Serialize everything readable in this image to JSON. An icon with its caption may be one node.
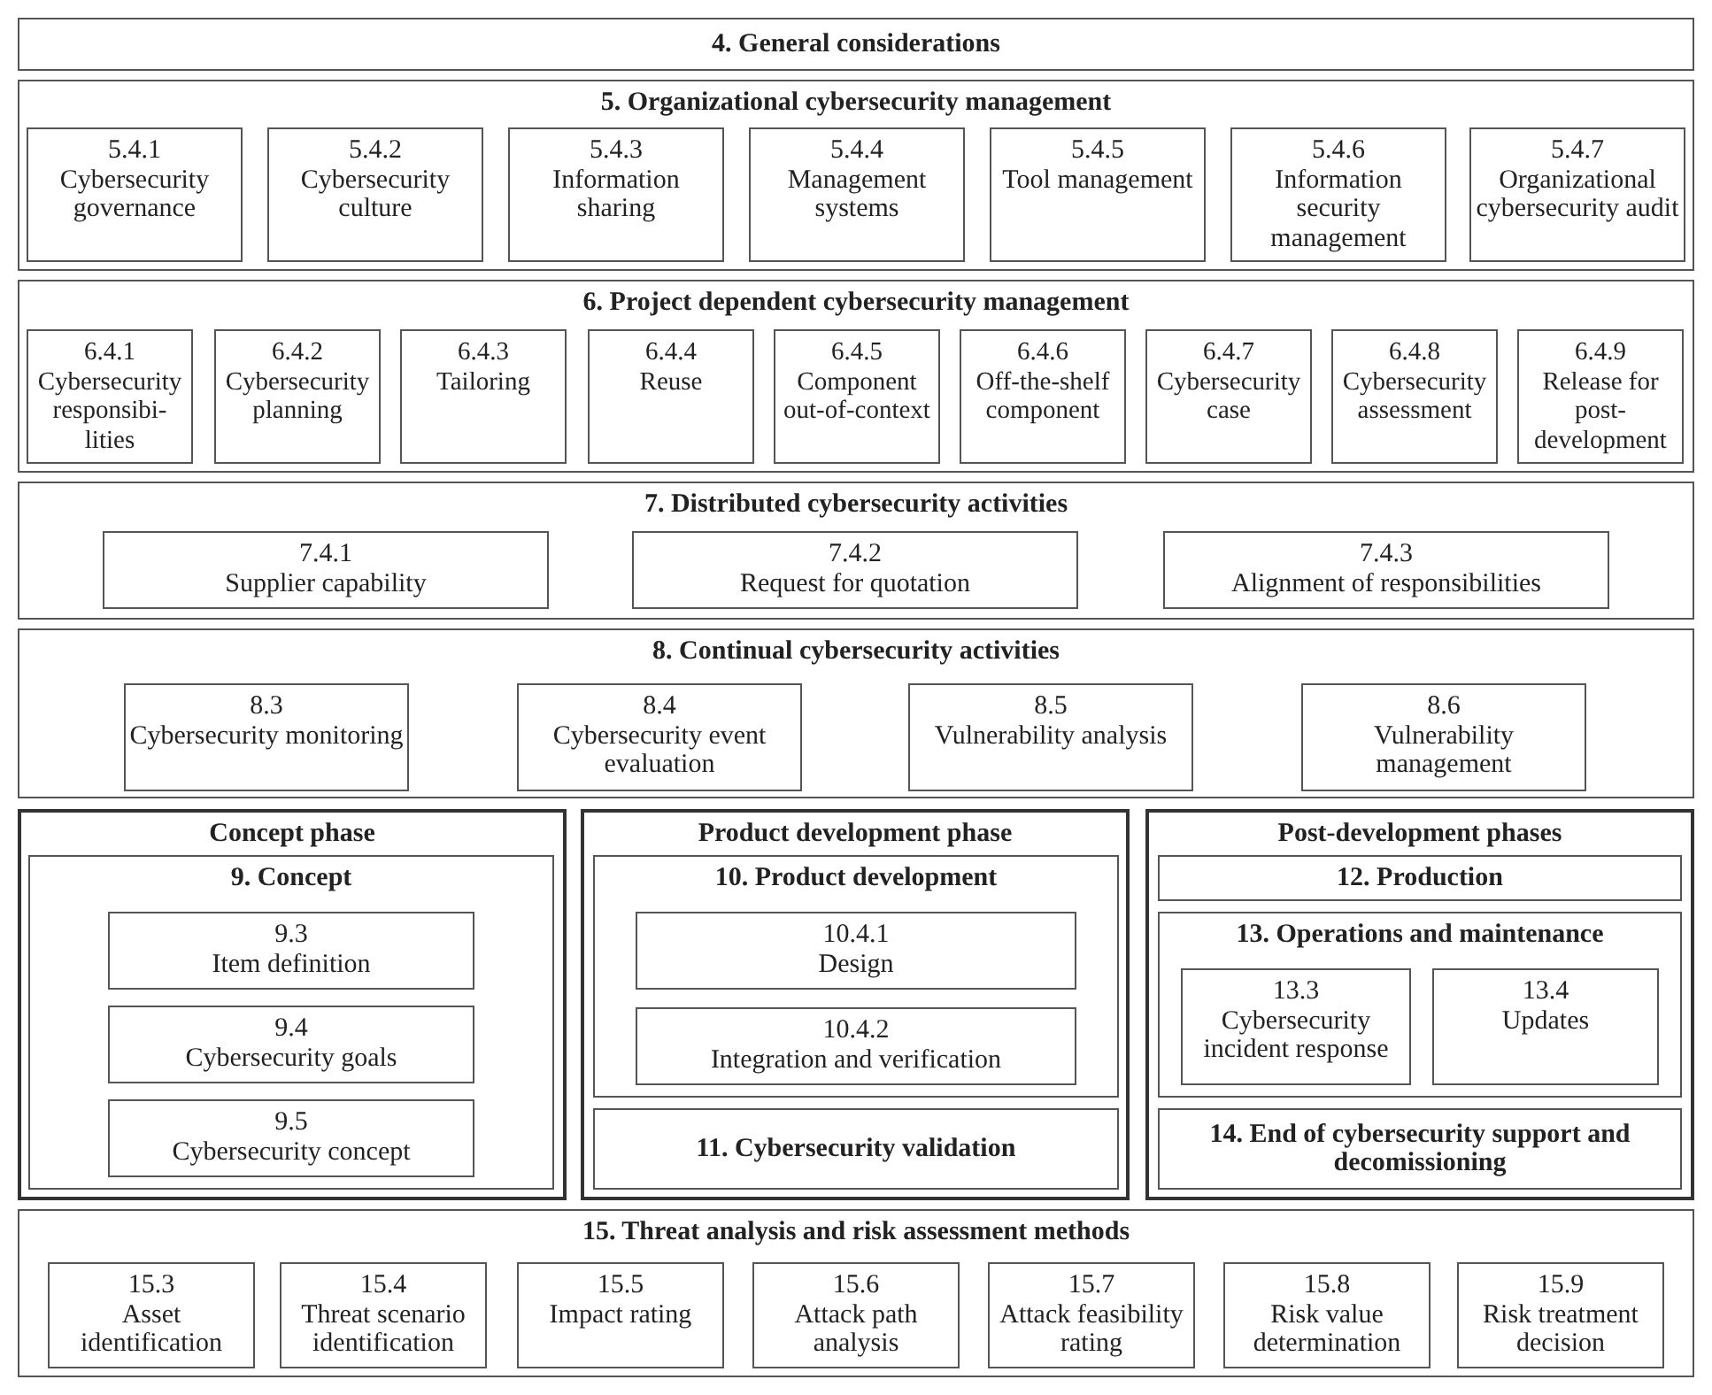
{
  "diagram": {
    "nodes": [
      {
        "text": [
          "4. General considerations"
        ]
      },
      {
        "text": [
          "5. Organizational cybersecurity management"
        ]
      },
      {
        "text": [
          "5.4.1",
          "Cybersecurity governance"
        ],
        "in": 1
      },
      {
        "text": [
          "5.4.2",
          "Cybersecurity culture"
        ],
        "in": 1
      },
      {
        "text": [
          "5.4.3",
          "Information sharing"
        ],
        "in": 1
      },
      {
        "text": [
          "5.4.4",
          "Management systems"
        ],
        "in": 1
      },
      {
        "text": [
          "5.4.5",
          "Tool management"
        ],
        "in": 1
      },
      {
        "text": [
          "5.4.6",
          "Information security management"
        ],
        "in": 1
      },
      {
        "text": [
          "5.4.7",
          "Organizational cybersecurity audit"
        ],
        "in": 1
      },
      {
        "text": [
          "6. Project dependent cybersecurity management"
        ]
      },
      {
        "text": [
          "6.4.1",
          "Cybersecurity responsibi-lities"
        ],
        "in": 9
      },
      {
        "text": [
          "6.4.2",
          "Cybersecurity planning"
        ],
        "in": 9
      },
      {
        "text": [
          "6.4.3",
          "Tailoring"
        ],
        "in": 9
      },
      {
        "text": [
          "6.4.4",
          "Reuse"
        ],
        "in": 9
      },
      {
        "text": [
          "6.4.5",
          "Component out-of-context"
        ],
        "in": 9
      },
      {
        "text": [
          "6.4.6",
          "Off-the-shelf component"
        ],
        "in": 9
      },
      {
        "text": [
          "6.4.7",
          "Cybersecurity case"
        ],
        "in": 9
      },
      {
        "text": [
          "6.4.8",
          "Cybersecurity assessment"
        ],
        "in": 9
      },
      {
        "text": [
          "6.4.9",
          "Release for post-development"
        ],
        "in": 9
      },
      {
        "text": [
          "7. Distributed cybersecurity activities"
        ]
      },
      {
        "text": [
          "7.4.1",
          "Supplier capability"
        ],
        "in": 19
      },
      {
        "text": [
          "7.4.2",
          "Request for quotation"
        ],
        "in": 19
      },
      {
        "text": [
          "7.4.3",
          "Alignment of responsibilities"
        ],
        "in": 19
      },
      {
        "text": [
          "8. Continual cybersecurity activities"
        ]
      },
      {
        "text": [
          "8.3",
          "Cybersecurity monitoring"
        ],
        "in": 23
      },
      {
        "text": [
          "8.4",
          "Cybersecurity event evaluation"
        ],
        "in": 23
      },
      {
        "text": [
          "8.5",
          "Vulnerability analysis"
        ],
        "in": 23
      },
      {
        "text": [
          "8.6",
          "Vulnerability management"
        ],
        "in": 23
      },
      {
        "text": [
          "Concept phase"
        ]
      },
      {
        "text": [
          "9. Concept"
        ],
        "in": 28
      },
      {
        "text": [
          "9.3",
          "Item definition"
        ],
        "in": 29
      },
      {
        "text": [
          "9.4",
          "Cybersecurity goals"
        ],
        "in": 29
      },
      {
        "text": [
          "9.5",
          "Cybersecurity concept"
        ],
        "in": 29
      },
      {
        "text": [
          "Product development phase"
        ]
      },
      {
        "text": [
          "10. Product development"
        ],
        "in": 33
      },
      {
        "text": [
          "10.4.1",
          "Design"
        ],
        "in": 34
      },
      {
        "text": [
          "10.4.2",
          "Integration and verification"
        ],
        "in": 34
      },
      {
        "text": [
          "11. Cybersecurity validation"
        ],
        "in": 33
      },
      {
        "text": [
          "Post-development phases"
        ]
      },
      {
        "text": [
          "12. Production"
        ],
        "in": 38
      },
      {
        "text": [
          "13. Operations and maintenance"
        ],
        "in": 38
      },
      {
        "text": [
          "13.3",
          "Cybersecurity incident response"
        ],
        "in": 40
      },
      {
        "text": [
          "13.4",
          "Updates"
        ],
        "in": 40
      },
      {
        "text": [
          "14. End of cybersecurity support and decomissioning"
        ],
        "in": 38
      },
      {
        "text": [
          "15. Threat analysis and risk assessment methods"
        ]
      },
      {
        "text": [
          "15.3",
          "Asset identification"
        ],
        "in": 44
      },
      {
        "text": [
          "15.4",
          "Threat scenario identification"
        ],
        "in": 44
      },
      {
        "text": [
          "15.5",
          "Impact rating"
        ],
        "in": 44
      },
      {
        "text": [
          "15.6",
          "Attack path analysis"
        ],
        "in": 44
      },
      {
        "text": [
          "15.7",
          "Attack feasibility rating"
        ],
        "in": 44
      },
      {
        "text": [
          "15.8",
          "Risk value determination"
        ],
        "in": 44
      },
      {
        "text": [
          "15.9",
          "Risk treatment decision"
        ],
        "in": 44
      }
    ]
  }
}
